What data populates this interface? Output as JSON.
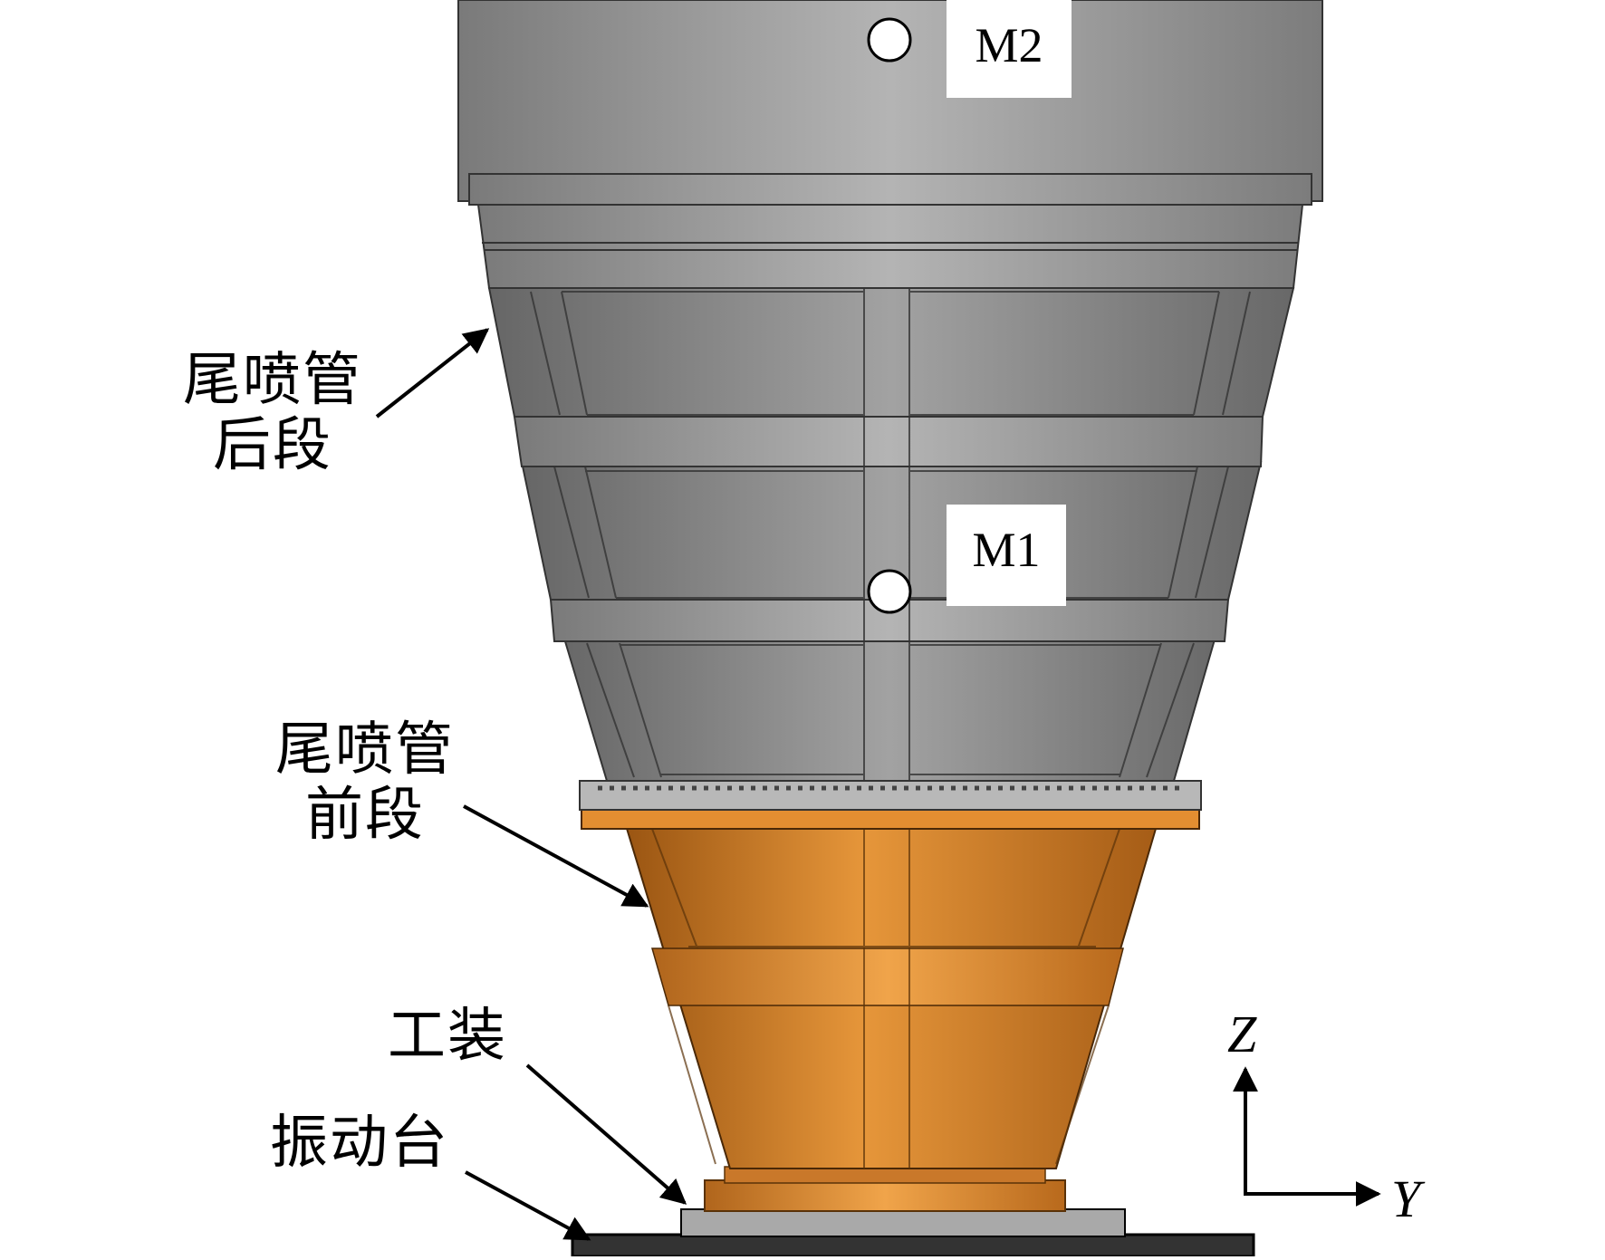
{
  "labels": {
    "aft_section": [
      "尾喷管",
      "后段"
    ],
    "front_section": [
      "尾喷管",
      "前段"
    ],
    "fixture": "工装",
    "shaker": "振动台"
  },
  "measure_points": [
    {
      "id": "M2"
    },
    {
      "id": "M1"
    }
  ],
  "axes": {
    "vertical": "Z",
    "horizontal": "Y"
  },
  "colors": {
    "aft_nozzle": "#9a9a9a",
    "front_nozzle": "#d9862a",
    "fixture": "#a9a9a9",
    "shaker": "#333333"
  }
}
